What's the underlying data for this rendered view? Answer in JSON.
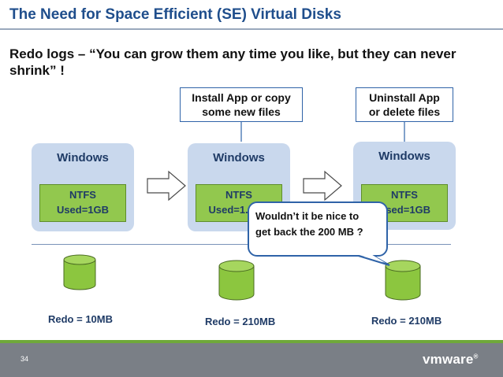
{
  "slide": {
    "title": "The Need for Space Efficient (SE) Virtual Disks",
    "subtitle": "Redo logs – “You can grow them any time you like, but they can never shrink” !",
    "page_number": "34",
    "logo_text": "vmware",
    "logo_mark": "®"
  },
  "callouts": {
    "install": {
      "line1": "Install App or copy",
      "line2": "some new files"
    },
    "uninstall": {
      "line1": "Uninstall App",
      "line2": "or delete files"
    }
  },
  "windows": [
    {
      "label": "Windows",
      "fs": "NTFS",
      "used": "Used=1GB",
      "redo": "Redo = 10MB"
    },
    {
      "label": "Windows",
      "fs": "NTFS",
      "used": "Used=1.2GB",
      "redo": "Redo = 210MB"
    },
    {
      "label": "Windows",
      "fs": "NTFS",
      "used": "Used=1GB",
      "redo": "Redo = 210MB"
    }
  ],
  "bubble": {
    "line1": "Wouldn’t it be nice to",
    "line2": "get back the 200 MB ?"
  },
  "colors": {
    "title": "#1f4e8c",
    "windows_box": "#c9d8ed",
    "ntfs_box": "#92c84e",
    "disk": "#8cc63f",
    "callout_border": "#2f63a8",
    "footer": "#7a7f86"
  }
}
